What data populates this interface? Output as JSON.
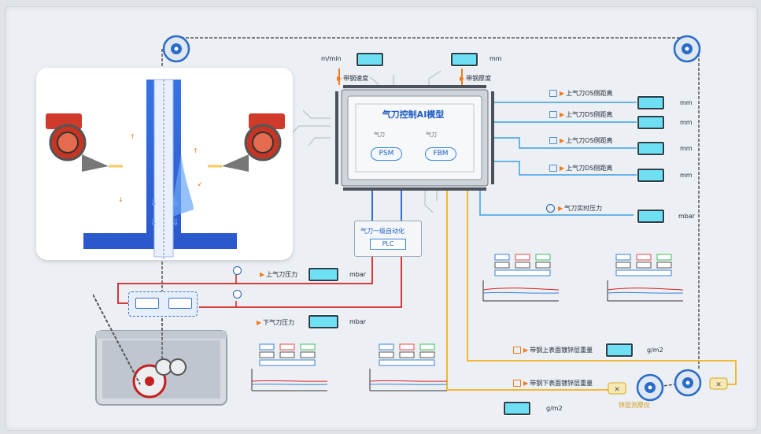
{
  "colors": {
    "accent_blue": "#2f7fe0",
    "red_line": "#d42323",
    "yellow_line": "#f2b31b",
    "screen": "#6fe0f4",
    "orange": "#f07a1c"
  },
  "top_inputs": [
    {
      "unit": "m/min",
      "label": "带钢速度"
    },
    {
      "unit": "mm",
      "label": "带钢厚度"
    }
  ],
  "chip": {
    "title": "气刀控制AI模型",
    "left_text": "气刀",
    "right_text": "气刀",
    "left_pill": "PSM",
    "right_pill": "FBM"
  },
  "right_panel": [
    {
      "label": "上气刀OS侧距离",
      "unit": "mm",
      "icon": "monitor-icon"
    },
    {
      "label": "上气刀DS侧距离",
      "unit": "mm",
      "icon": "monitor-icon"
    },
    {
      "label": "上气刀OS侧距离",
      "unit": "mm",
      "icon": "monitor-icon"
    },
    {
      "label": "上气刀DS侧距离",
      "unit": "mm",
      "icon": "monitor-icon"
    },
    {
      "label": "气刀实时压力",
      "unit": "mbar",
      "icon": "gauge-icon"
    }
  ],
  "plc": {
    "title": "气刀一级自动化",
    "label": "PLC"
  },
  "pressures": [
    {
      "label": "上气刀压力",
      "unit": "mbar"
    },
    {
      "label": "下气刀压力",
      "unit": "mbar"
    }
  ],
  "coatings": [
    {
      "label": "带钢上表面镀锌层重量",
      "unit": "g/m2"
    },
    {
      "label": "带钢下表面镀锌层重量",
      "unit": ""
    }
  ],
  "gauge_bottom": {
    "unit": "g/m2",
    "label": "锌层测厚仪"
  }
}
